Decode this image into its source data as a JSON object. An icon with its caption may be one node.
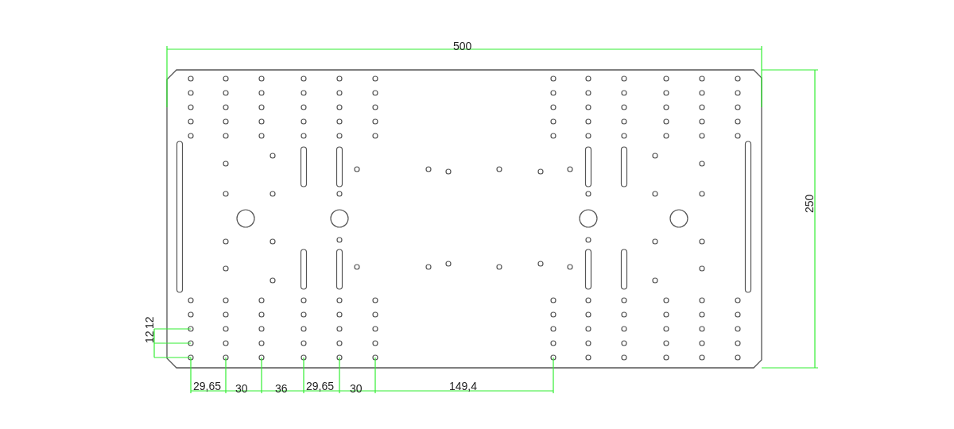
{
  "diagram": {
    "labels": [
      "500",
      "250",
      "12",
      "12",
      "29,65",
      "30",
      "36",
      "29,65",
      "30",
      "149,4"
    ]
  }
}
